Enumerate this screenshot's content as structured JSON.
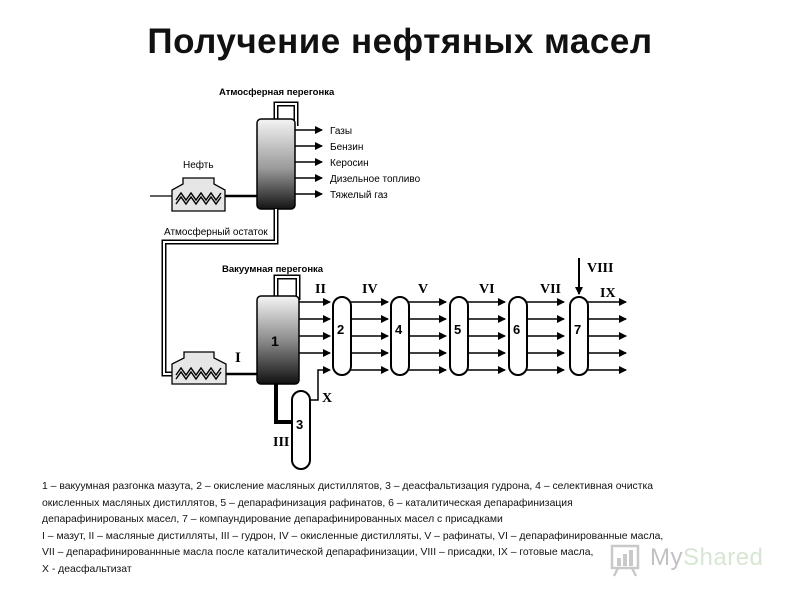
{
  "title": "Получение нефтяных масел",
  "diagram": {
    "atm_title": "Атмосферная перегонка",
    "vac_title": "Вакуумная перегонка",
    "oil_label": "Нефть",
    "residue_label": "Атмосферный остаток",
    "atm_outputs": [
      "Газы",
      "Бензин",
      "Керосин",
      "Дизельное топливо",
      "Тяжелый газ"
    ],
    "units": [
      "1",
      "2",
      "3",
      "4",
      "5",
      "6",
      "7"
    ],
    "streams": {
      "I": "I",
      "II": "II",
      "III": "III",
      "IV": "IV",
      "V": "V",
      "VI": "VI",
      "VII": "VII",
      "VIII": "VIII",
      "IX": "IX",
      "X": "X"
    }
  },
  "caption": [
    "1 – вакуумная разгонка мазута, 2 – окисление масляных дистиллятов, 3 – деасфальтизация гудрона, 4 – селективная очистка",
    "окисленных масляных дистиллятов, 5 – депарафинизация рафинатов, 6 – каталитическая депарафинизация",
    "депарафинированых масел, 7 – компаундирование депарафинированных масел с присадками",
    "I – мазут, II – масляные дистилляты, III – гудрон, IV – окисленные дистилляты, V – рафинаты, VI – депарафинированные масла,",
    "VII – депарафинированнные масла после каталитической депарафинизации, VIII – присадки, IX – готовые масла,",
    "X - деасфальтизат"
  ],
  "watermark": {
    "part1": "My",
    "part2": "Shared"
  }
}
